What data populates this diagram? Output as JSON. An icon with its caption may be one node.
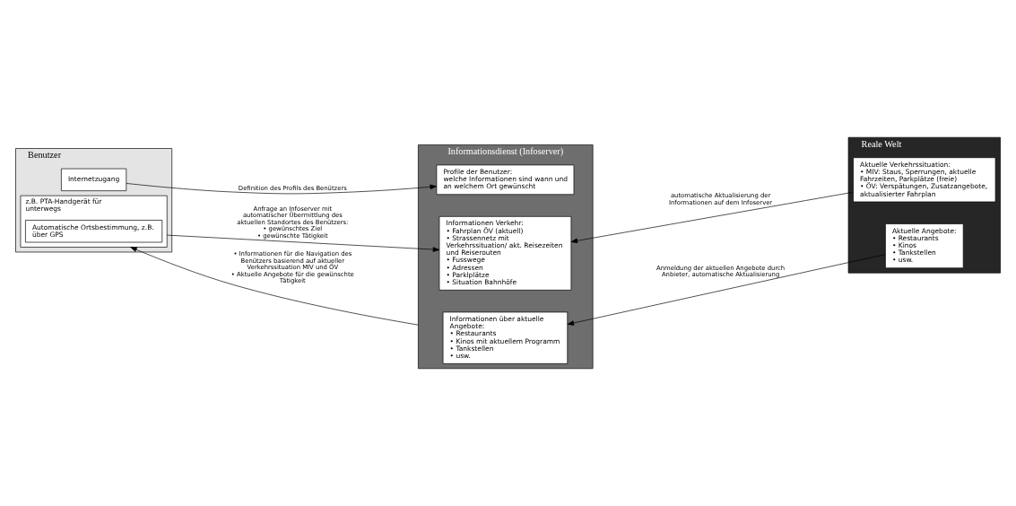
{
  "diagram": {
    "nodes": [
      {
        "text": [
          "Benutzer"
        ]
      },
      {
        "text": [
          "Internetzugang"
        ],
        "in": 0
      },
      {
        "text": [
          "z.B. PTA-Handgerät für unterwegs"
        ],
        "in": 0
      },
      {
        "text": [
          "Automatische Ortsbestimmung, z.B. über GPS"
        ],
        "in": 2
      },
      {
        "text": [
          "Informationsdienst (Infoserver)"
        ]
      },
      {
        "text": [
          "Profile der Benutzer:",
          "welche Informationen sind wann und an welchem Ort gewünscht"
        ],
        "in": 4
      },
      {
        "text": [
          "Informationen Verkehr:",
          "• Fahrplan ÖV (aktuell)",
          "• Strassennetz mit Verkehrssituation/ akt. Reisezeiten und Reiserouten",
          "• Fusswege",
          "• Adressen",
          "• Parklplätze",
          "• Situation Bahnhöfe"
        ],
        "in": 4
      },
      {
        "text": [
          "Informationen über aktuelle Angebote:",
          "• Restaurants",
          "• Kinos mit aktuellem Programm",
          "• Tankstellen",
          "• usw."
        ],
        "in": 4
      },
      {
        "text": [
          "Reale Welt"
        ]
      },
      {
        "text": [
          "Aktuelle Verkehrssituation:",
          "• MIV: Staus, Sperrungen, aktuelle Fahrzeiten, Parkplätze (freie)",
          "• ÖV: Verspätungen, Zusatzangebote, aktualisierter Fahrplan"
        ],
        "in": 8
      },
      {
        "text": [
          "Aktuelle Angebote:",
          "• Restaurants",
          "• Kinos",
          "• Tankstellen",
          "• usw."
        ],
        "in": 8
      }
    ],
    "edges": [
      {
        "from": 1,
        "to": 5,
        "arrow": "to",
        "label": "Definition des Profils des Benützers"
      },
      {
        "from": 2,
        "to": 6,
        "arrow": "to",
        "label": "Anfrage an Infoserver mit automatischer Übermittlung des aktuellen Standortes des Benützers: • gewünschtes Ziel • gewünschte Tätigkeit"
      },
      {
        "from": 4,
        "to": 2,
        "arrow": "to",
        "label": "• Informationen für die Navigation des Benützers basierend auf aktueller Verkehrssituation MIV und ÖV • Aktuelle Angebote für die gewünschte Tätigkeit"
      },
      {
        "from": 9,
        "to": 6,
        "arrow": "to",
        "label": "automatische Aktualisierung der Informationen auf dem Infoserver"
      },
      {
        "from": 10,
        "to": 7,
        "arrow": "to",
        "label": "Anmeldung der aktuellen Angebote durch Anbieter, automatische Aktualisierung"
      }
    ]
  }
}
